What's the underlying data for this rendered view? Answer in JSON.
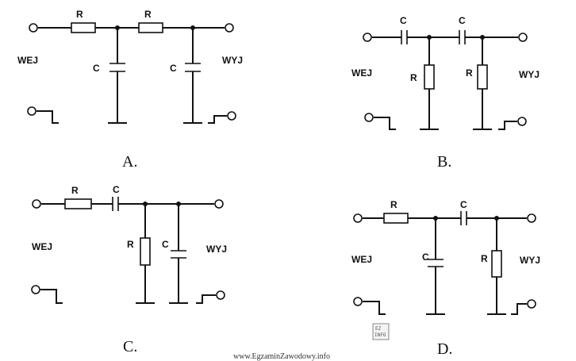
{
  "labels": {
    "input": "WEJ",
    "output": "WYJ",
    "resistor": "R",
    "capacitor": "C"
  },
  "circuits": [
    {
      "id": "a",
      "caption": "A."
    },
    {
      "id": "b",
      "caption": "B."
    },
    {
      "id": "c",
      "caption": "C."
    },
    {
      "id": "d",
      "caption": "D."
    }
  ],
  "watermark": {
    "site": "www.EgzaminZawodowy.info",
    "logo": "EZ INFO"
  }
}
